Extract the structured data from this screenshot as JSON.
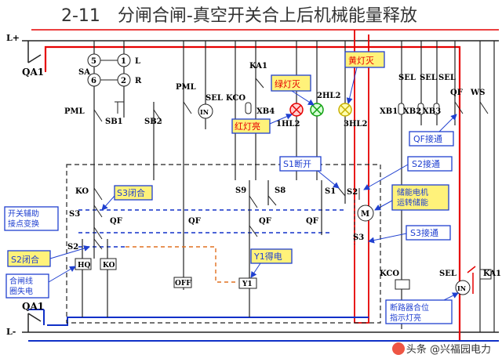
{
  "title": "2-11　分闸合闸-真空开关合上后机械能量释放",
  "watermark": "头条 @兴福园电力",
  "rails": {
    "plus": "L+",
    "minus": "L-"
  },
  "breaker": "QA1",
  "selector": {
    "sa": "SA",
    "n5": "5",
    "n1": "1",
    "n6": "6",
    "n2": "2",
    "l": "L",
    "r": "R"
  },
  "labels": {
    "pml_left": "PML",
    "pml_top": "PML",
    "sb1": "SB1",
    "sb2": "SB2",
    "sel1": "SEL",
    "in1": "IN",
    "kco_top": "KCO",
    "ka1_top": "KA1",
    "xb4": "XB4",
    "hl1": "1HL2",
    "hl2": "2HL2",
    "hl3": "3HL2",
    "sel2": "SEL",
    "sel3": "SEL",
    "sel4": "SEL",
    "qf_right": "QF",
    "ws": "WS",
    "xb1": "XB1",
    "xb2": "XB2",
    "xb3": "XB3",
    "ko": "KO",
    "s3": "S3",
    "qf1": "QF",
    "s2": "S2",
    "qf2": "QF",
    "hq": "HQ",
    "ko_box": "KO",
    "s9": "S9",
    "s8": "S8",
    "qf3": "QF",
    "qf4": "QF",
    "off": "OFF",
    "y1": "Y1",
    "s1": "S1",
    "s2b": "S2",
    "s3b": "S3",
    "motor": "M",
    "kco_bot": "KCO",
    "sel_bot": "SEL",
    "in2": "IN",
    "ka1_bot": "KA1"
  },
  "callouts": {
    "green_off": "绿灯灭",
    "yellow_off": "黄灯灭",
    "red_on": "红灯亮",
    "s1_open": "S1断开",
    "s3_close": "S3闭合",
    "aux": "开关辅助接点变换",
    "s2_close": "S2闭合",
    "coil": "合闸线圈失电",
    "y1_power": "Y1得电",
    "qf_on": "QF接通",
    "s2_on": "S2接通",
    "motor_store": "储能电机运转储能",
    "s3_on": "S3接通",
    "indicator": "断路器合位指示灯亮"
  },
  "colors": {
    "wire": "#222222",
    "red_rail": "#e60000",
    "blue_rail": "#1030c8",
    "callout_fill": "#fff27a",
    "callout_blue": "#2040d0"
  }
}
